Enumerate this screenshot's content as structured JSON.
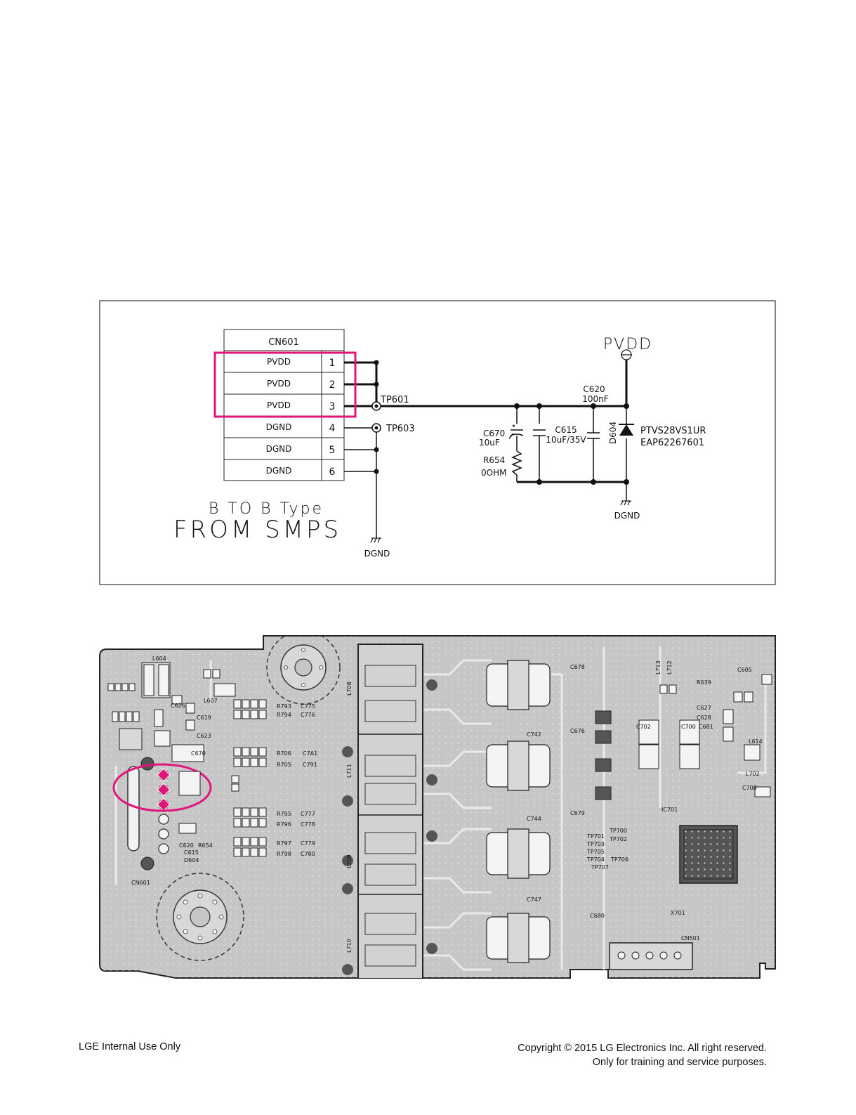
{
  "schematic": {
    "connector": {
      "ref": "CN601",
      "pins": [
        {
          "name": "PVDD",
          "num": "1"
        },
        {
          "name": "PVDD",
          "num": "2"
        },
        {
          "name": "PVDD",
          "num": "3"
        },
        {
          "name": "DGND",
          "num": "4"
        },
        {
          "name": "DGND",
          "num": "5"
        },
        {
          "name": "DGND",
          "num": "6"
        }
      ],
      "type_label": "B TO B Type",
      "source_label": "FROM SMPS"
    },
    "power_symbol": "PVDD",
    "test_points": {
      "tp601": "TP601",
      "tp603": "TP603"
    },
    "c620": {
      "ref": "C620",
      "value": "100nF"
    },
    "c670": {
      "ref": "C670",
      "value": "10uF"
    },
    "c615": {
      "ref": "C615",
      "value": "10uF/35V"
    },
    "r654": {
      "ref": "R654",
      "value": "0OHM"
    },
    "d604": {
      "ref": "D604",
      "part": "PTVS28VS1UR",
      "code": "EAP62267601"
    },
    "gnd_left": "DGND",
    "gnd_right": "DGND",
    "highlight_color": "#e0147a"
  },
  "pcb": {
    "labels": {
      "cn601": "CN601",
      "l604": "L604",
      "l607": "L607",
      "l708": "L708",
      "l711": "L711",
      "l709": "L709",
      "l710": "L710",
      "ic701": "IC701",
      "cn501": "CN501",
      "r654": "R654",
      "c620": "C620",
      "c615": "C615",
      "d604": "D604",
      "c670": "C670",
      "c619": "C619",
      "c623": "C623",
      "c626": "C626",
      "r793": "R793",
      "c775": "C775",
      "r794": "R794",
      "c776": "C776",
      "r706": "R706",
      "c7a1": "C7A1",
      "r705": "R705",
      "c791": "C791",
      "r795": "R795",
      "c777": "C777",
      "r796": "R796",
      "c778": "C778",
      "r797": "R797",
      "c779": "C779",
      "r798": "R798",
      "c780": "C780",
      "c742": "C742",
      "c744": "C744",
      "c747": "C747",
      "c678": "C678",
      "c676": "C676",
      "c679": "C679",
      "c680": "C680",
      "c702": "C702",
      "c700": "C700",
      "c681": "C681",
      "c627": "C627",
      "c628": "C628",
      "r639": "R639",
      "c605": "C605",
      "l713": "L713",
      "l712": "L712",
      "tp700": "TP700",
      "tp701": "TP701",
      "tp702": "TP702",
      "tp703": "TP703",
      "tp704": "TP704",
      "tp705": "TP705",
      "tp706": "TP706",
      "tp707": "TP707",
      "x701": "X701",
      "l702": "L702",
      "c708": "C708",
      "l614": "L614"
    },
    "highlight_color": "#e0147a"
  },
  "footer": {
    "left": "LGE Internal Use Only",
    "right_line1": "Copyright © 2015 LG Electronics Inc. All right reserved.",
    "right_line2": "Only for training and service purposes."
  }
}
